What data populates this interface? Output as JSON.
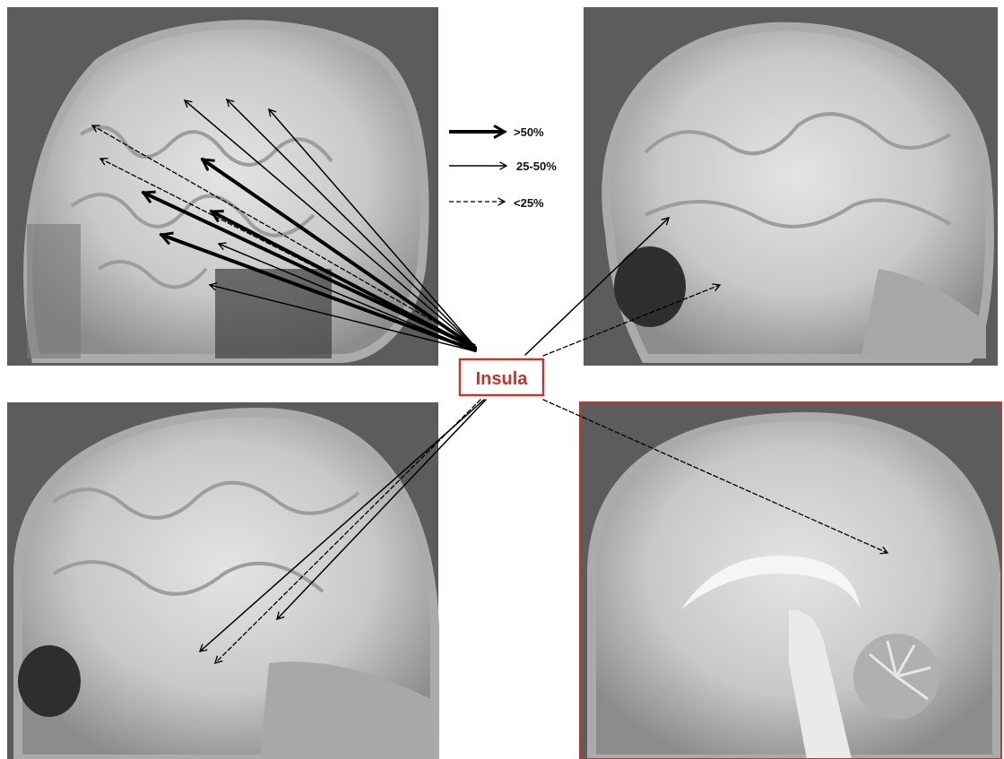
{
  "colors": {
    "background": "#ffffff",
    "scan_dark": "#5a5a5a",
    "tissue_light": "#d8d8d8",
    "tissue_mid": "#9a9a9a",
    "arrow": "#000000",
    "accent_red": "#c0392b"
  },
  "center_label": "Insula",
  "legend": [
    {
      "label": ">50%",
      "style": "thick"
    },
    {
      "label": "25-50%",
      "style": "thin"
    },
    {
      "label": "<25%",
      "style": "dashed"
    }
  ],
  "panels": [
    {
      "name": "mri-top-left",
      "view": "sagittal-lateral",
      "highlighted": false
    },
    {
      "name": "mri-top-right",
      "view": "sagittal-lateral",
      "highlighted": false
    },
    {
      "name": "mri-bottom-left",
      "view": "sagittal-lateral",
      "highlighted": false
    },
    {
      "name": "mri-bottom-right",
      "view": "sagittal-midline",
      "highlighted": true
    }
  ],
  "connections": [
    {
      "target": "frontal-1",
      "style": "dashed"
    },
    {
      "target": "frontal-2",
      "style": "dashed"
    },
    {
      "target": "frontal-3",
      "style": "thin"
    },
    {
      "target": "frontal-4",
      "style": "thin"
    },
    {
      "target": "frontal-5",
      "style": "thin"
    },
    {
      "target": "frontal-6",
      "style": "thick"
    },
    {
      "target": "frontal-7",
      "style": "thick"
    },
    {
      "target": "frontal-8",
      "style": "thick"
    },
    {
      "target": "frontal-9",
      "style": "thick"
    },
    {
      "target": "frontal-10",
      "style": "thin"
    },
    {
      "target": "frontal-11",
      "style": "thin"
    },
    {
      "target": "upper-right-1",
      "style": "thin"
    },
    {
      "target": "upper-right-2",
      "style": "dashed"
    },
    {
      "target": "temporal-1",
      "style": "thin"
    },
    {
      "target": "temporal-2",
      "style": "thin"
    },
    {
      "target": "temporal-3",
      "style": "dashed"
    },
    {
      "target": "midline-1",
      "style": "dashed"
    }
  ]
}
